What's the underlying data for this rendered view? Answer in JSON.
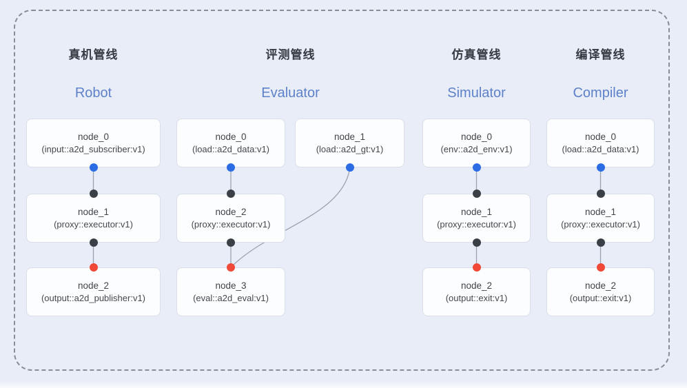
{
  "diagram": {
    "frame_style": "dashed-rounded-border",
    "background_color": "#e8edf8",
    "border_color": "#878d96"
  },
  "colors": {
    "output_port": "#2b6be4",
    "input_port_dark": "#3b4046",
    "input_port_red": "#f04937",
    "edge": "#9ba2ad",
    "title_en": "#5e81c9",
    "title_zh": "#363b42",
    "node_bg": "#fcfdfe",
    "node_border": "#d9dee8"
  },
  "pipelines": [
    {
      "id": "robot",
      "title_zh": "真机管线",
      "title_en": "Robot",
      "nodes": [
        {
          "name": "node_0",
          "type": "(input::a2d_subscriber:v1)"
        },
        {
          "name": "node_1",
          "type": "(proxy::executor:v1)"
        },
        {
          "name": "node_2",
          "type": "(output::a2d_publisher:v1)"
        }
      ],
      "edges": [
        {
          "from": "node_0",
          "to": "node_1"
        },
        {
          "from": "node_1",
          "to": "node_2"
        }
      ]
    },
    {
      "id": "evaluator",
      "title_zh": "评测管线",
      "title_en": "Evaluator",
      "nodes": [
        {
          "name": "node_0",
          "type": "(load::a2d_data:v1)"
        },
        {
          "name": "node_1",
          "type": "(load::a2d_gt:v1)"
        },
        {
          "name": "node_2",
          "type": "(proxy::executor:v1)"
        },
        {
          "name": "node_3",
          "type": "(eval::a2d_eval:v1)"
        }
      ],
      "edges": [
        {
          "from": "node_0",
          "to": "node_2"
        },
        {
          "from": "node_2",
          "to": "node_3"
        },
        {
          "from": "node_1",
          "to": "node_3"
        }
      ]
    },
    {
      "id": "simulator",
      "title_zh": "仿真管线",
      "title_en": "Simulator",
      "nodes": [
        {
          "name": "node_0",
          "type": "(env::a2d_env:v1)"
        },
        {
          "name": "node_1",
          "type": "(proxy::executor:v1)"
        },
        {
          "name": "node_2",
          "type": "(output::exit:v1)"
        }
      ],
      "edges": [
        {
          "from": "node_0",
          "to": "node_1"
        },
        {
          "from": "node_1",
          "to": "node_2"
        }
      ]
    },
    {
      "id": "compiler",
      "title_zh": "编译管线",
      "title_en": "Compiler",
      "nodes": [
        {
          "name": "node_0",
          "type": "(load::a2d_data:v1)"
        },
        {
          "name": "node_1",
          "type": "(proxy::executor:v1)"
        },
        {
          "name": "node_2",
          "type": "(output::exit:v1)"
        }
      ],
      "edges": [
        {
          "from": "node_0",
          "to": "node_1"
        },
        {
          "from": "node_1",
          "to": "node_2"
        }
      ]
    }
  ]
}
